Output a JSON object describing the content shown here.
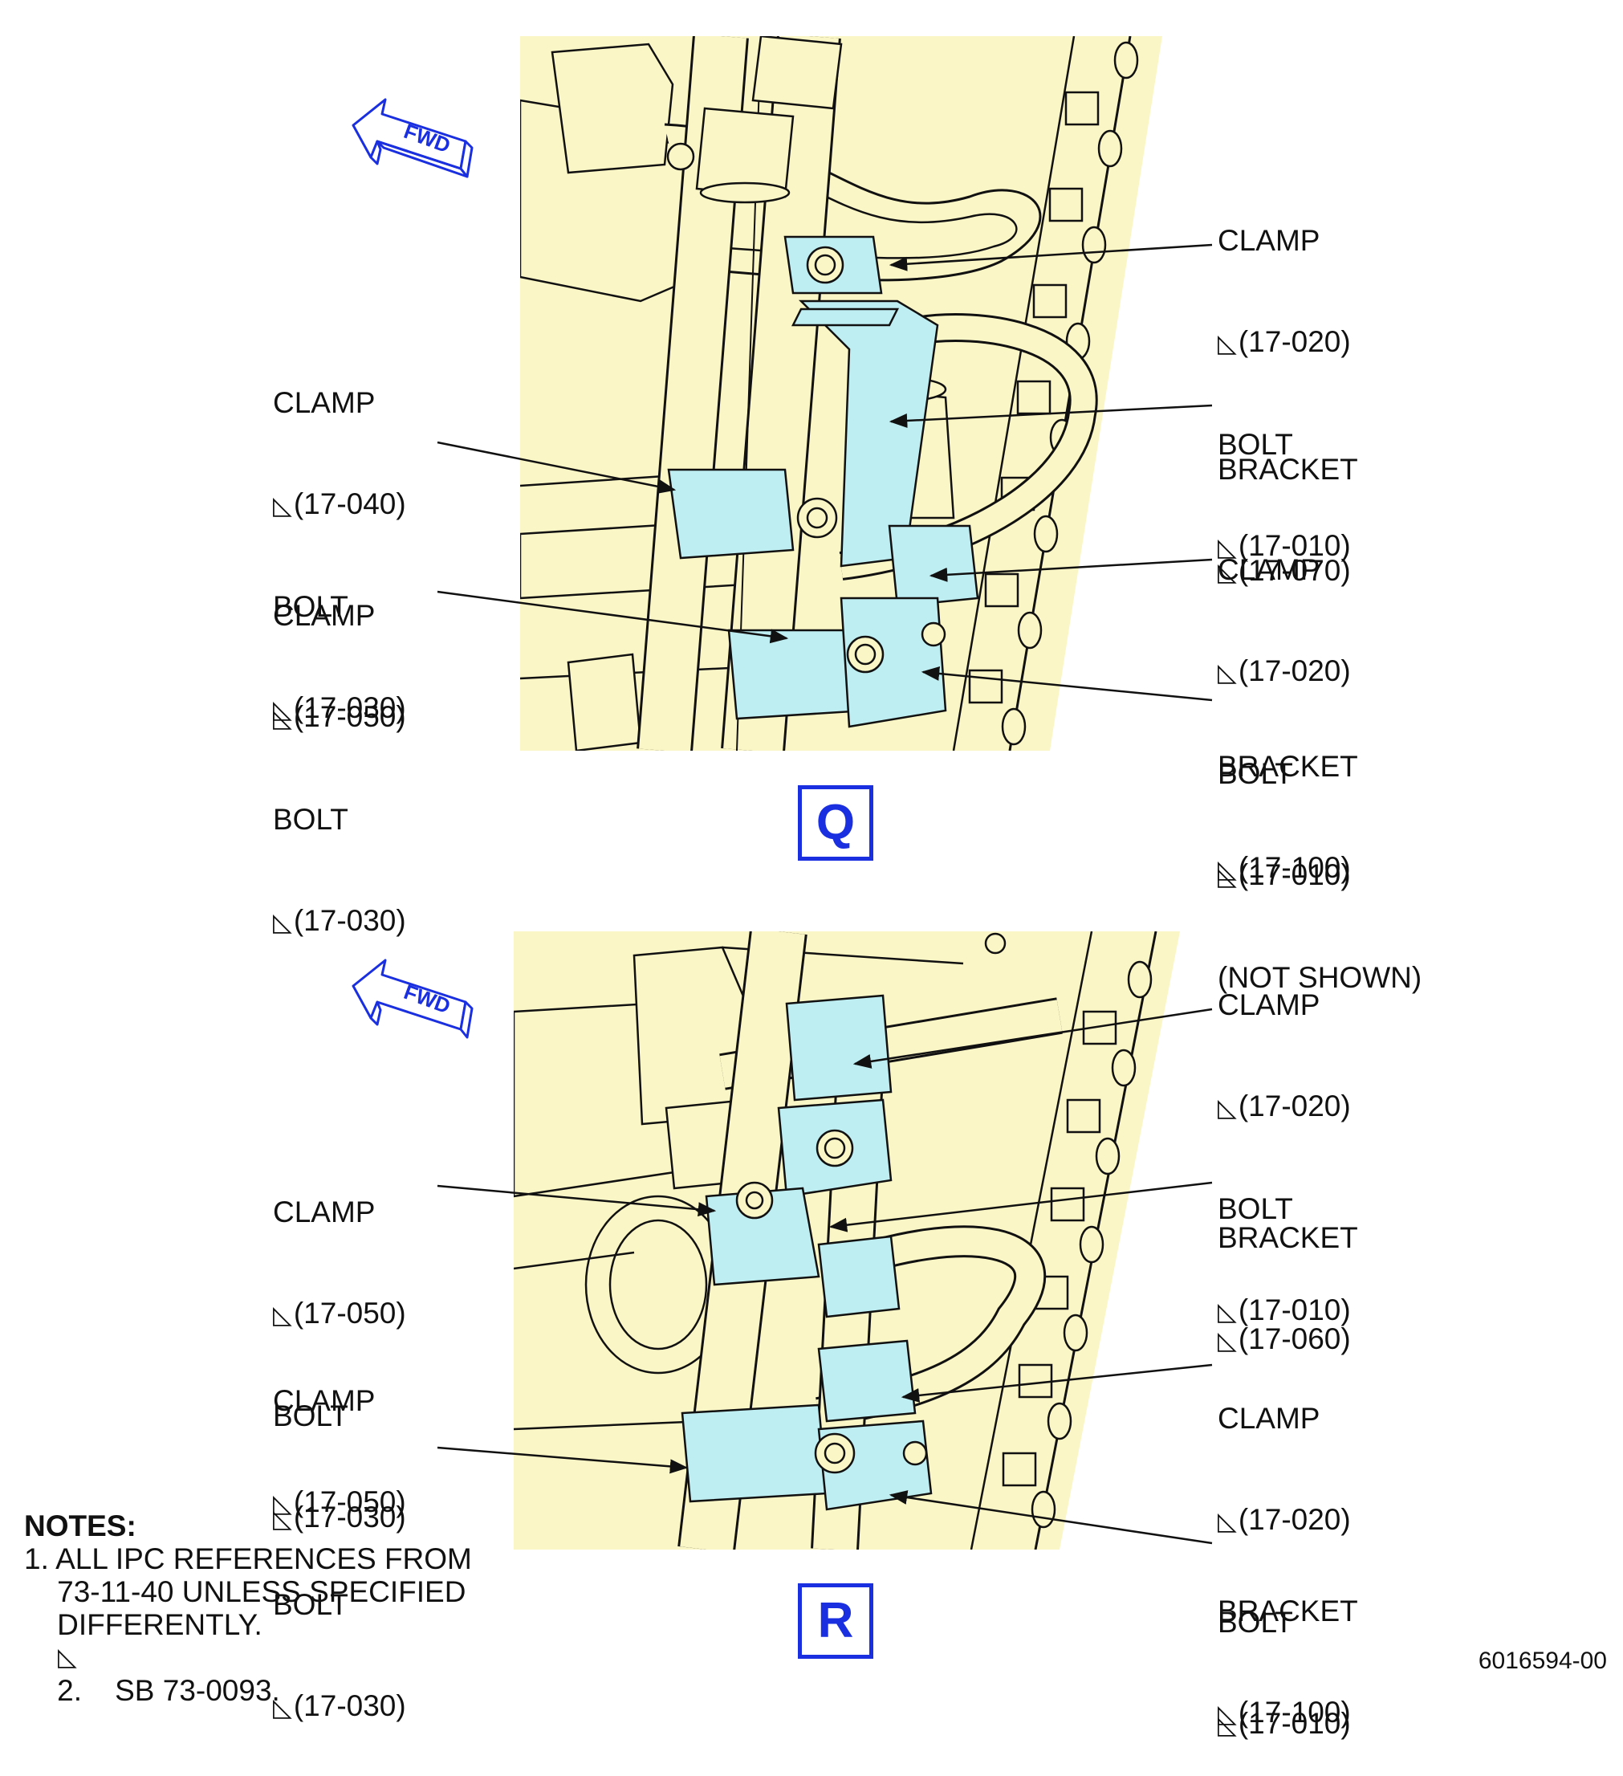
{
  "views": [
    {
      "id": "view-q",
      "label": "Q",
      "direction_label": "FWD",
      "callouts": [
        {
          "name": "clamp-17-020-bolt-17-010-top",
          "lines": [
            "CLAMP",
            "(17-020)",
            "BOLT",
            "(17-010)"
          ]
        },
        {
          "name": "bracket-17-070",
          "lines": [
            "BRACKET",
            "(17-070)"
          ]
        },
        {
          "name": "clamp-17-020-bolt-17-010-not-shown",
          "lines": [
            "CLAMP",
            "(17-020)",
            "BOLT",
            "(17-010)",
            "(NOT SHOWN)"
          ]
        },
        {
          "name": "bracket-17-100-q",
          "lines": [
            "BRACKET",
            "(17-100)"
          ]
        },
        {
          "name": "clamp-17-040-bolt-17-030",
          "lines": [
            "CLAMP",
            "(17-040)",
            "BOLT",
            "(17-030)"
          ]
        },
        {
          "name": "clamp-17-050-bolt-17-030-q",
          "lines": [
            "CLAMP",
            "(17-050)",
            "BOLT",
            "(17-030)"
          ]
        }
      ]
    },
    {
      "id": "view-r",
      "label": "R",
      "direction_label": "FWD",
      "callouts": [
        {
          "name": "clamp-17-020-bolt-17-010-r-top",
          "lines": [
            "CLAMP",
            "(17-020)",
            "BOLT",
            "(17-010)"
          ]
        },
        {
          "name": "bracket-17-060",
          "lines": [
            "BRACKET",
            "(17-060)"
          ]
        },
        {
          "name": "clamp-17-020-bolt-17-010-r-lower",
          "lines": [
            "CLAMP",
            "(17-020)",
            "BOLT",
            "(17-010)"
          ]
        },
        {
          "name": "bracket-17-100-r",
          "lines": [
            "BRACKET",
            "(17-100)"
          ]
        },
        {
          "name": "clamp-17-050-bolt-17-030-r-upper",
          "lines": [
            "CLAMP",
            "(17-050)",
            "BOLT",
            "(17-030)"
          ]
        },
        {
          "name": "clamp-17-050-bolt-17-030-r-lower",
          "lines": [
            "CLAMP",
            "(17-050)",
            "BOLT",
            "(17-030)"
          ]
        }
      ]
    }
  ],
  "notes": {
    "title": "NOTES:",
    "items": [
      "1. ALL IPC REFERENCES FROM\n    73-11-40 UNLESS SPECIFIED\n    DIFFERENTLY.",
      "2.    SB 73-0093."
    ]
  },
  "drawing_id": "6016594-00",
  "colors": {
    "background_fill": "#fbf6c6",
    "part_highlight": "#bfeef2",
    "label_blue": "#1a2fe0",
    "line": "#111111"
  },
  "icons": {
    "revision_marker": "right-triangle-icon",
    "direction_arrow": "fwd-arrow-icon"
  }
}
